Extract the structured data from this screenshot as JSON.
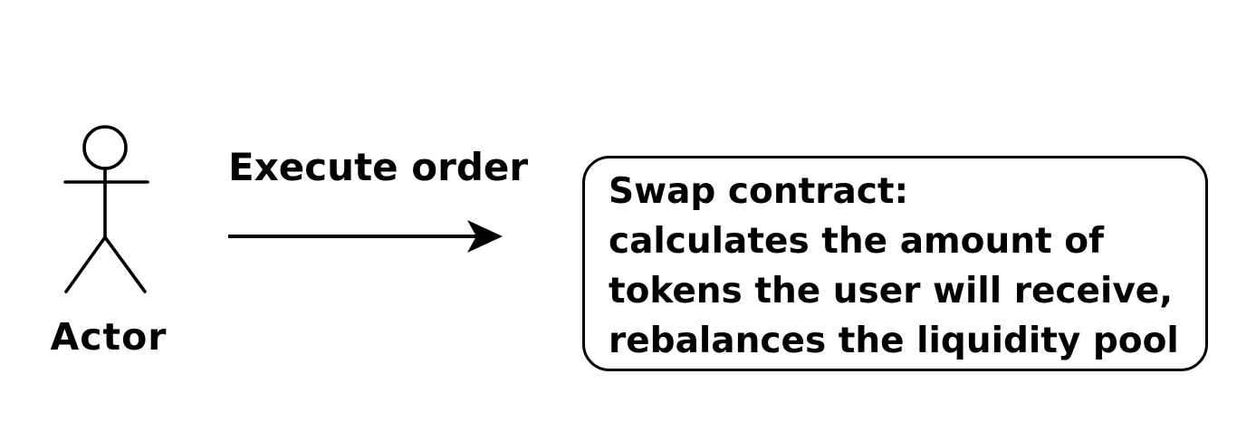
{
  "colors": {
    "ink": "#000000",
    "background": "#ffffff"
  },
  "diagram": {
    "actor": {
      "icon": "stick-figure-icon",
      "label": "Actor"
    },
    "interaction": {
      "label": "Execute order",
      "icon": "right-arrow-icon",
      "direction": "right"
    },
    "process_box": {
      "shape": "rounded-rectangle",
      "lines": [
        "Swap contract:",
        "calculates the amount of",
        "tokens the user will receive,",
        "rebalances the liquidity pool"
      ]
    }
  }
}
